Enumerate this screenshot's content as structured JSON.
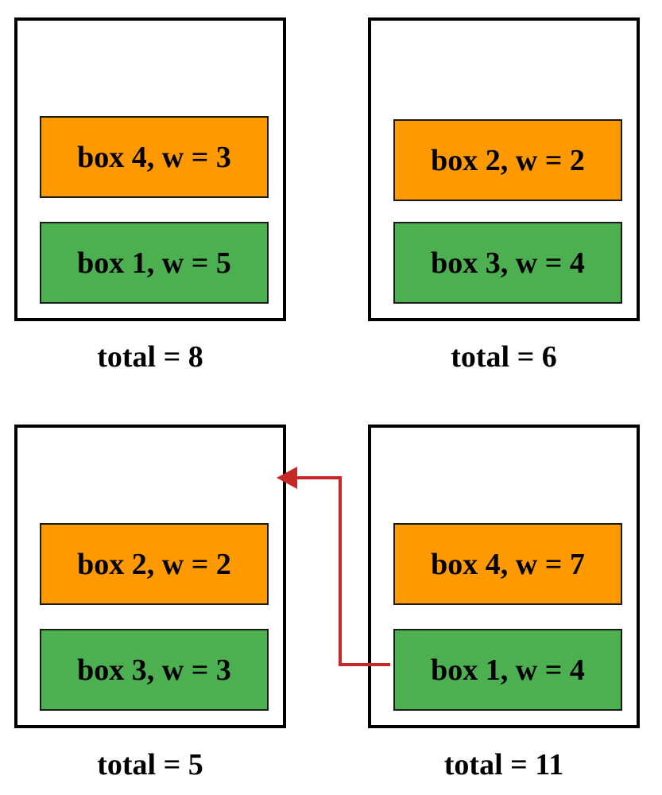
{
  "colors": {
    "top_box": "#FF9900",
    "bottom_box": "#4CAF50",
    "arrow": "#C62828"
  },
  "panels": [
    {
      "top": {
        "label": "box 4, w = 3"
      },
      "bottom": {
        "label": "box 1, w = 5"
      },
      "total": "total = 8"
    },
    {
      "top": {
        "label": "box 2, w = 2"
      },
      "bottom": {
        "label": "box 3, w = 4"
      },
      "total": "total = 6"
    },
    {
      "top": {
        "label": "box 2, w = 2"
      },
      "bottom": {
        "label": "box 3, w = 3"
      },
      "total": "total = 5"
    },
    {
      "top": {
        "label": "box 4, w = 7"
      },
      "bottom": {
        "label": "box 1, w = 4"
      },
      "total": "total = 11"
    }
  ],
  "arrow": {
    "from": "box 1, w = 4",
    "to": "container 3"
  }
}
